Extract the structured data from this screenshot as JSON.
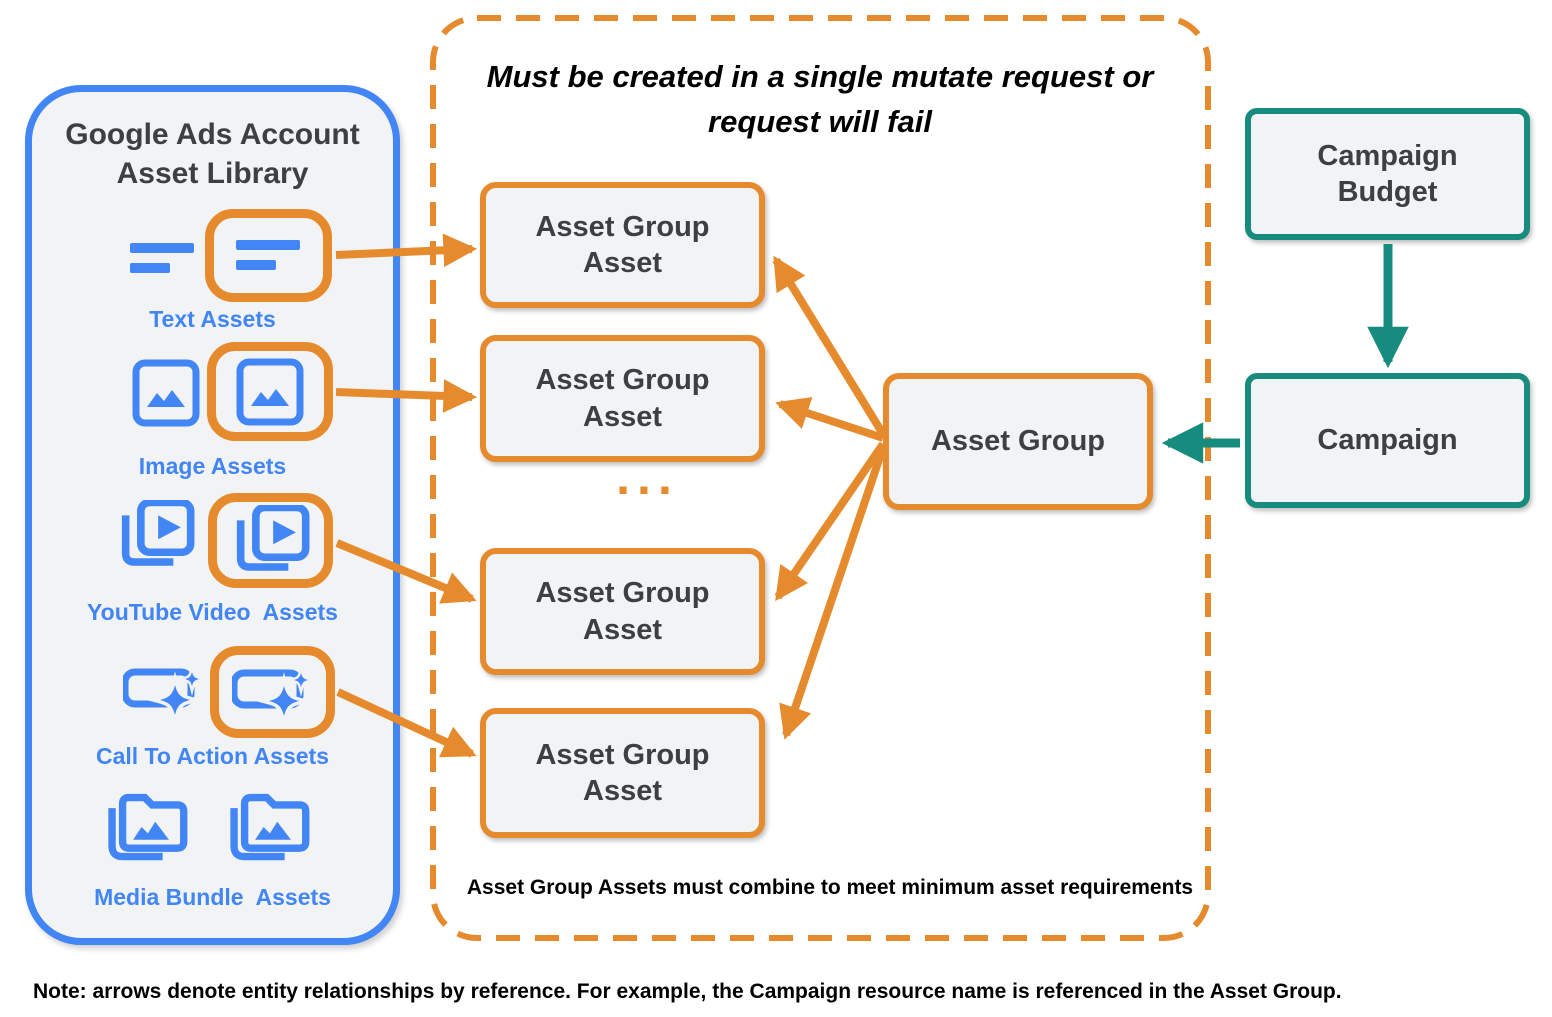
{
  "colors": {
    "blue": "#4285F4",
    "orange": "#E68A2E",
    "teal": "#178C7E",
    "box_fill": "#F1F3F4",
    "dark_text": "#3C4043"
  },
  "library": {
    "title": "Google Ads Account Asset Library",
    "items": [
      {
        "label": "Text Assets",
        "icon": "text-asset-icon",
        "highlighted": true
      },
      {
        "label": "Image Assets",
        "icon": "image-asset-icon",
        "highlighted": true
      },
      {
        "label": "YouTube Video  Assets",
        "icon": "youtube-video-asset-icon",
        "highlighted": true
      },
      {
        "label": "Call To Action Assets",
        "icon": "call-to-action-asset-icon",
        "highlighted": true
      },
      {
        "label": "Media Bundle  Assets",
        "icon": "media-bundle-asset-icon",
        "highlighted": false
      }
    ]
  },
  "mutate_request_group": {
    "title": "Must be created in a single mutate request or request will fail",
    "asset_group_asset_boxes": [
      "Asset Group Asset",
      "Asset Group Asset",
      "Asset Group Asset",
      "Asset Group Asset"
    ],
    "ellipsis": "...",
    "footnote": "Asset Group Assets must combine to meet minimum asset requirements"
  },
  "asset_group": {
    "label": "Asset Group"
  },
  "campaign_budget": {
    "label": "Campaign Budget"
  },
  "campaign": {
    "label": "Campaign"
  },
  "note": "Note: arrows denote entity relationships by reference. For example, the Campaign resource name is referenced in the Asset Group."
}
